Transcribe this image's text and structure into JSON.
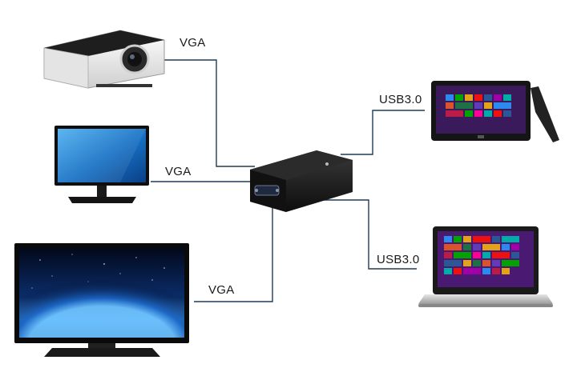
{
  "diagram": {
    "labels": {
      "projector": "VGA",
      "monitor": "VGA",
      "tv": "VGA",
      "tablet": "USB3.0",
      "laptop": "USB3.0"
    }
  },
  "colors": {
    "line": "#1f3b57",
    "device_body": "#1b1b1b",
    "screen_blue": "#1a78c8",
    "projector_body": "#eeeeee"
  }
}
